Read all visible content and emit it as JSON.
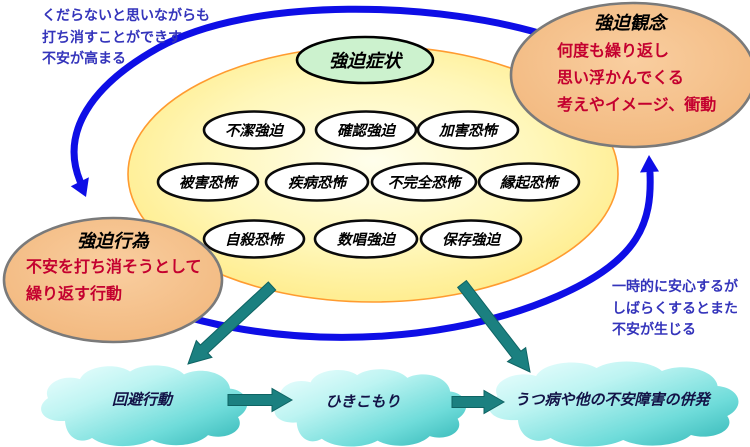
{
  "diagram_title": "強迫症状",
  "symptoms": [
    "不潔強迫",
    "確認強迫",
    "加害恐怖",
    "被害恐怖",
    "疾病恐怖",
    "不完全恐怖",
    "縁起恐怖",
    "自殺恐怖",
    "数唱強迫",
    "保存強迫"
  ],
  "obsession": {
    "title": "強迫観念",
    "line1": "何度も繰り返し",
    "line2": "思い浮かんでくる",
    "line3": "考えやイメージ、衝動"
  },
  "compulsion": {
    "title": "強迫行為",
    "line1": "不安を打ち消そうとして",
    "line2": "繰り返す行動"
  },
  "note_top_left": {
    "line1": "くだらないと思いながらも",
    "line2": "打ち消すことができす",
    "line3": "不安が高まる"
  },
  "note_right": {
    "line1": "一時的に安心するが",
    "line2": "しばらくするとまた",
    "line3": "不安が生じる"
  },
  "clouds": {
    "avoidance": "回避行動",
    "withdrawal": "ひきこもり",
    "comorbidity": "うつ病や他の不安障害の併発"
  },
  "colors": {
    "cycle_arrow_blue": "#0E0EE6",
    "flow_arrow_teal": "#1B8080",
    "note_text_blue": "#3434BB",
    "emphasis_text_red": "#C4002F",
    "main_ellipse_yellow": "#FFF7BA",
    "main_ellipse_border_orange": "#FF9B30",
    "side_ellipse_peach": "#F4BE88",
    "side_ellipse_border_gray": "#7A7A7A",
    "center_ellipse_mint": "#CCF2CE",
    "cloud_cyan": "#6FDCDA"
  }
}
